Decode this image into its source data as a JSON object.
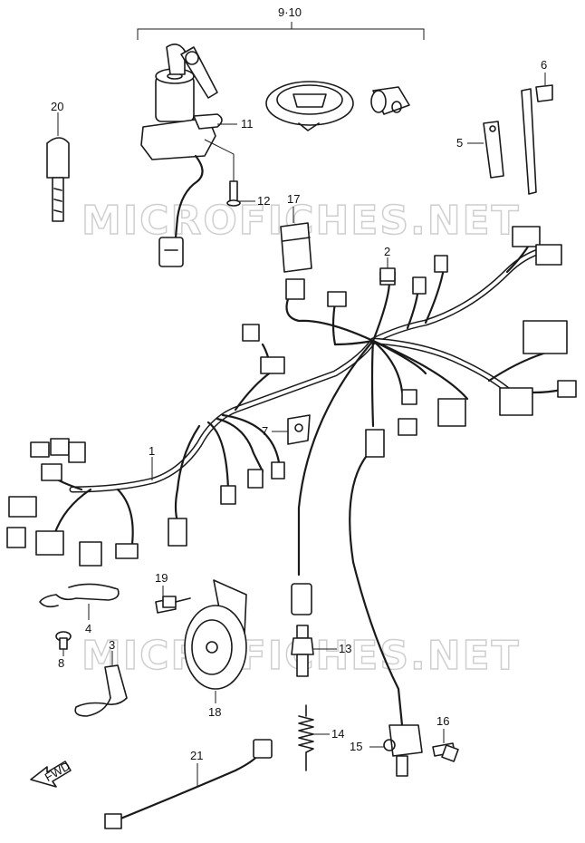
{
  "watermark": "MICROFICHES.NET",
  "direction_label": "FWD",
  "callouts": {
    "c1": "1",
    "c2": "2",
    "c3": "3",
    "c4": "4",
    "c5": "5",
    "c6": "6",
    "c7": "7",
    "c8": "8",
    "c9_10": "9·10",
    "c11": "11",
    "c12": "12",
    "c13": "13",
    "c14": "14",
    "c15": "15",
    "c16": "16",
    "c17": "17",
    "c18": "18",
    "c19": "19",
    "c20": "20",
    "c21": "21"
  }
}
